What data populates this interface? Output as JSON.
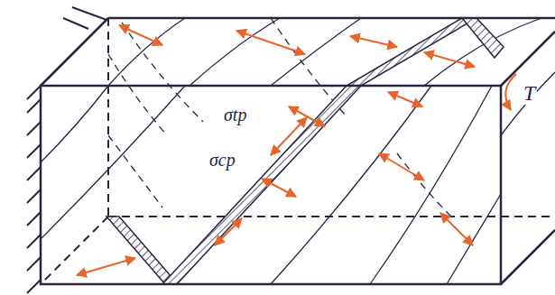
{
  "diagram": {
    "labels": [
      "σtp",
      "σcp",
      "T"
    ]
  }
}
